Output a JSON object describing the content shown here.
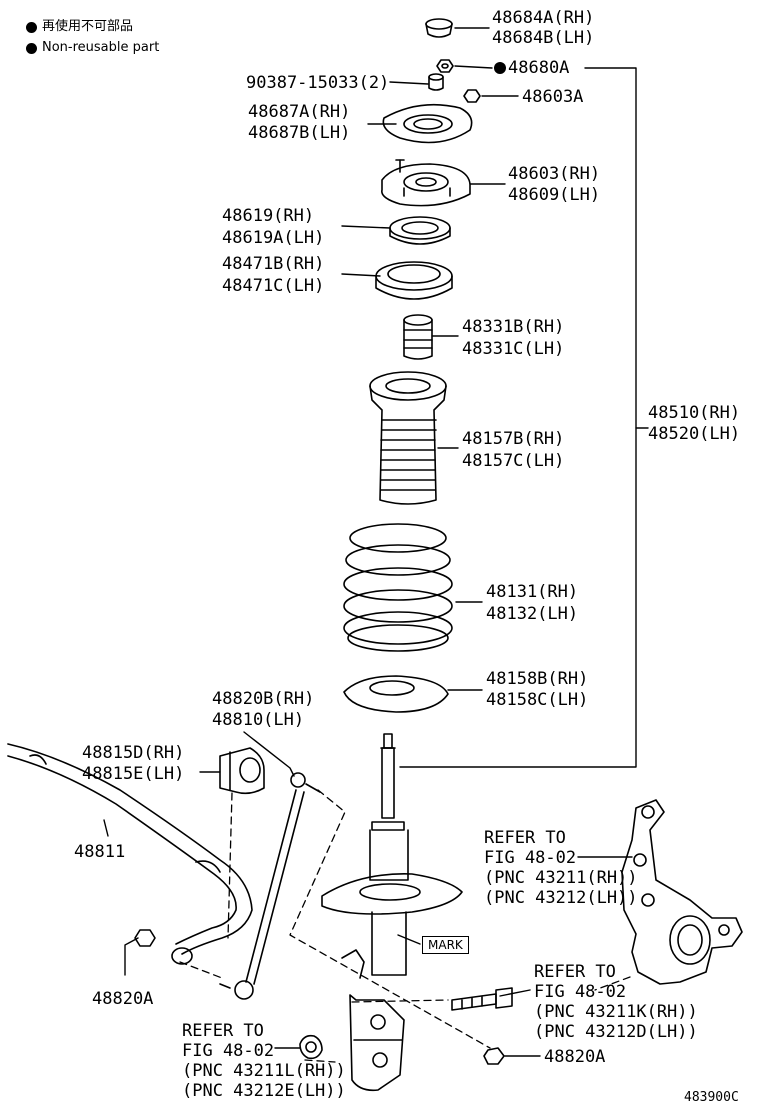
{
  "legend": {
    "japanese": "再使用不可部品",
    "english": "Non-reusable part"
  },
  "parts": {
    "p48684": [
      "48684A(RH)",
      "48684B(LH)"
    ],
    "p90387": "90387-15033(2)",
    "p48680": "48680A",
    "p48603a": "48603A",
    "p48687": [
      "48687A(RH)",
      "48687B(LH)"
    ],
    "p48603": [
      "48603(RH)",
      "48609(LH)"
    ],
    "p48619": [
      "48619(RH)",
      "48619A(LH)"
    ],
    "p48471": [
      "48471B(RH)",
      "48471C(LH)"
    ],
    "p48331": [
      "48331B(RH)",
      "48331C(LH)"
    ],
    "p48157": [
      "48157B(RH)",
      "48157C(LH)"
    ],
    "p48510": [
      "48510(RH)",
      "48520(LH)"
    ],
    "p48131": [
      "48131(RH)",
      "48132(LH)"
    ],
    "p48158": [
      "48158B(RH)",
      "48158C(LH)"
    ],
    "p48820b": [
      "48820B(RH)",
      "48810(LH)"
    ],
    "p48815": [
      "48815D(RH)",
      "48815E(LH)"
    ],
    "p48811": "48811",
    "p48820a_left": "48820A",
    "p48820a_bottom": "48820A"
  },
  "refer_knuckle": [
    "REFER TO",
    "FIG 48-02",
    "(PNC 43211(RH))",
    "(PNC 43212(LH))"
  ],
  "refer_bolt": [
    "REFER TO",
    "FIG 48-02",
    "(PNC 43211K(RH))",
    "(PNC 43212D(LH))"
  ],
  "refer_nut": [
    "REFER TO",
    "FIG 48-02",
    "(PNC 43211L(RH))",
    "(PNC 43212E(LH))"
  ],
  "mark_label": "MARK",
  "diagram_code": "483900C"
}
